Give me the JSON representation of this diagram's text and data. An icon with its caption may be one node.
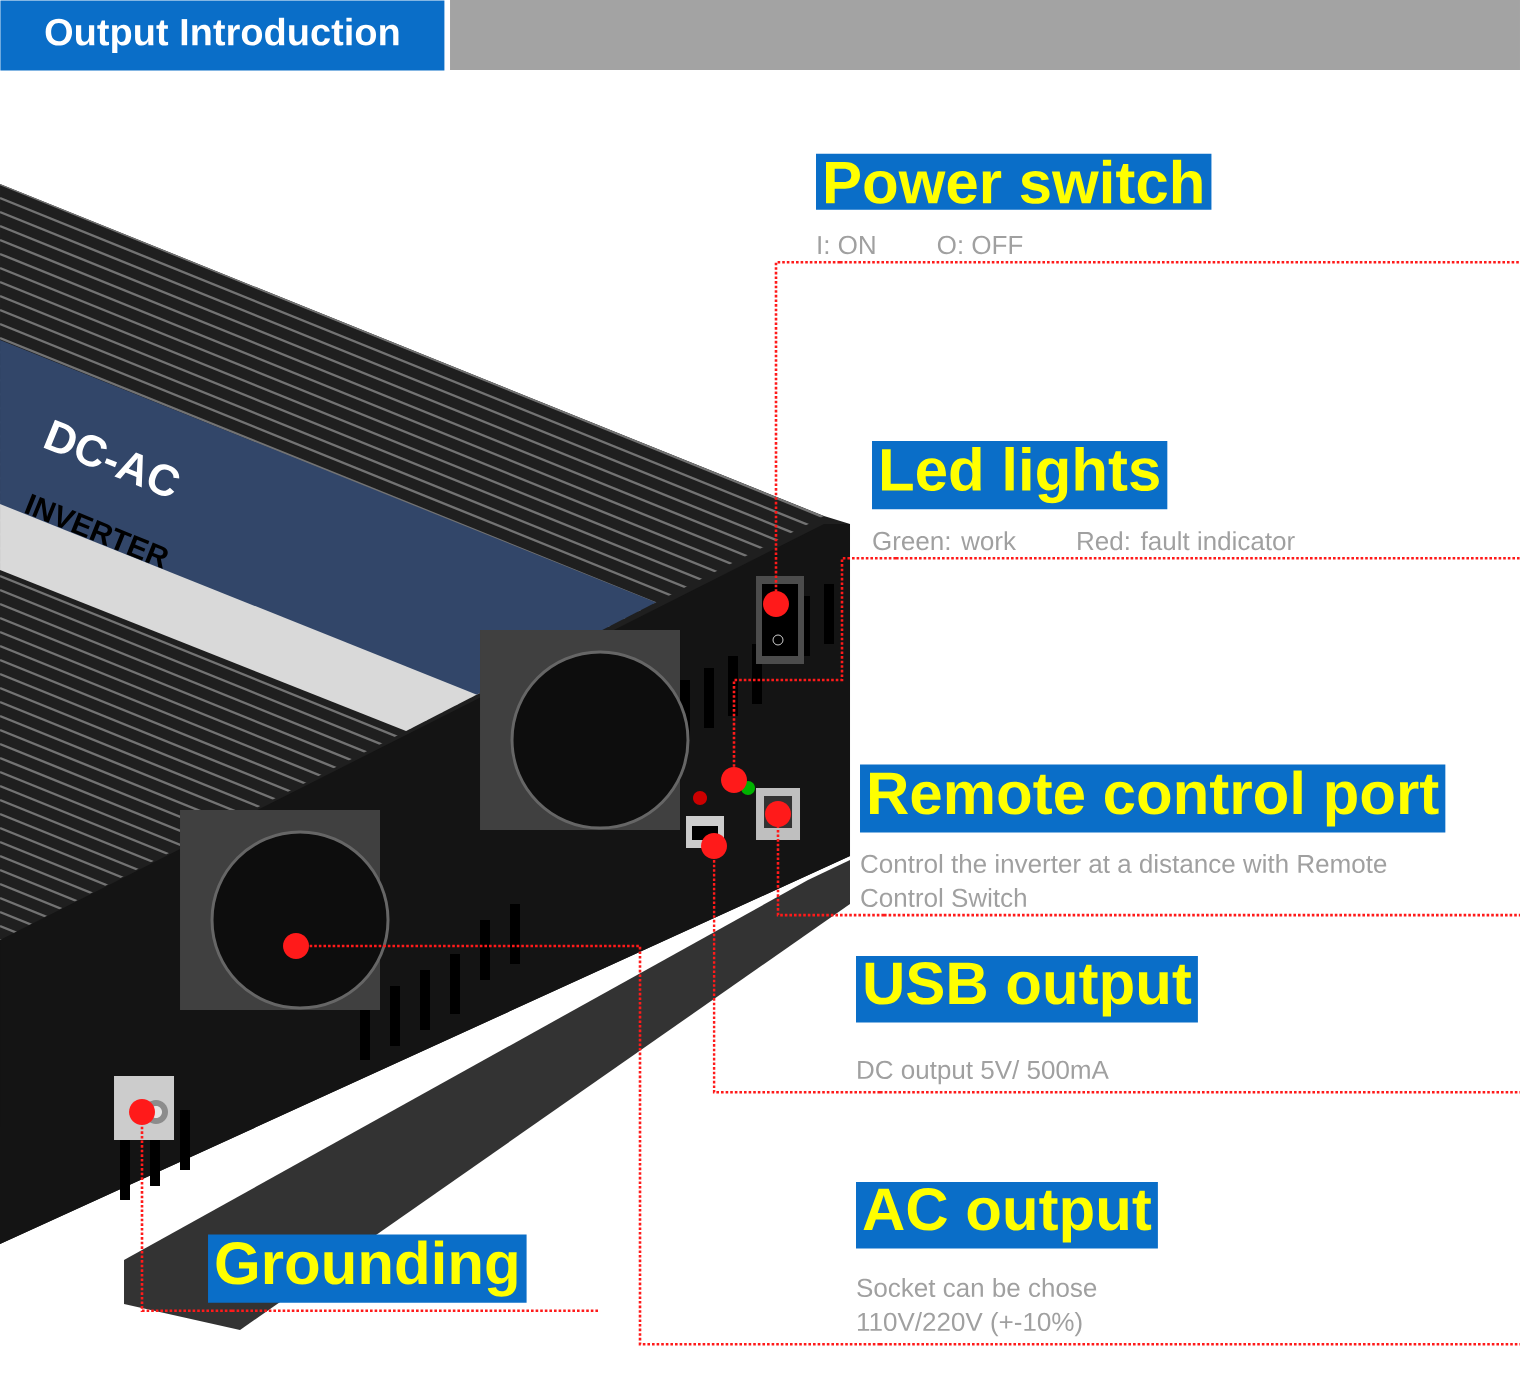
{
  "diagram": {
    "title": "Output Introduction",
    "nodes": [
      {
        "text": [
          "Power switch",
          "I: ON",
          "O: OFF"
        ]
      },
      {
        "text": [
          "Led lights",
          "Green: work",
          "Red: fault indicator"
        ]
      },
      {
        "text": [
          "Remote control port",
          "Control the inverter at a distance with Remote Control Switch"
        ]
      },
      {
        "text": [
          "USB output",
          "DC output 5V/ 500mA"
        ]
      },
      {
        "text": [
          "AC output",
          "Socket can be chose 110V/220V (+-10%)"
        ]
      },
      {
        "text": [
          "Grounding"
        ]
      },
      {
        "text": [],
        "shape": "circle"
      },
      {
        "text": [],
        "shape": "circle"
      },
      {
        "text": [],
        "shape": "circle"
      },
      {
        "text": [],
        "shape": "circle"
      },
      {
        "text": [],
        "shape": "circle"
      },
      {
        "text": [],
        "shape": "circle"
      }
    ],
    "edges": [
      {
        "from": 0,
        "to": 6,
        "arrow": "none"
      },
      {
        "from": 1,
        "to": 7,
        "arrow": "none"
      },
      {
        "from": 2,
        "to": 8,
        "arrow": "none"
      },
      {
        "from": 3,
        "to": 9,
        "arrow": "none"
      },
      {
        "from": 4,
        "to": 10,
        "arrow": "none"
      },
      {
        "from": 5,
        "to": 11,
        "arrow": "none"
      }
    ],
    "labels": [
      "DC-AC",
      "INVERTER"
    ]
  }
}
